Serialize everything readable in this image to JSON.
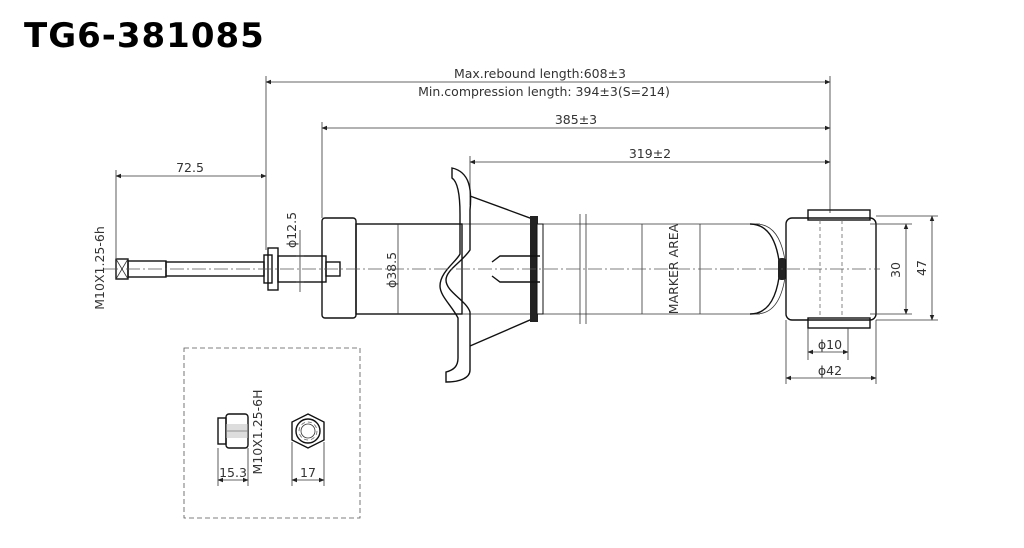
{
  "title": "TG6-381085",
  "dimensions": {
    "max_rebound": "Max.rebound length:608±3",
    "min_compression": "Min.compression length: 394±3(S=214)",
    "length_385": "385±3",
    "length_319": "319±2",
    "length_72_5": "72.5",
    "rod_diameter": "ϕ12.5",
    "body_diameter": "ϕ38.5",
    "thread": "M10X1.25-6h",
    "marker_area": "MARKER AREA",
    "height_30": "30",
    "height_47": "47",
    "eye_inner": "ϕ10",
    "eye_outer": "ϕ42",
    "nut_thread": "M10X1.25-6H",
    "nut_height": "15.3",
    "nut_width": "17"
  }
}
